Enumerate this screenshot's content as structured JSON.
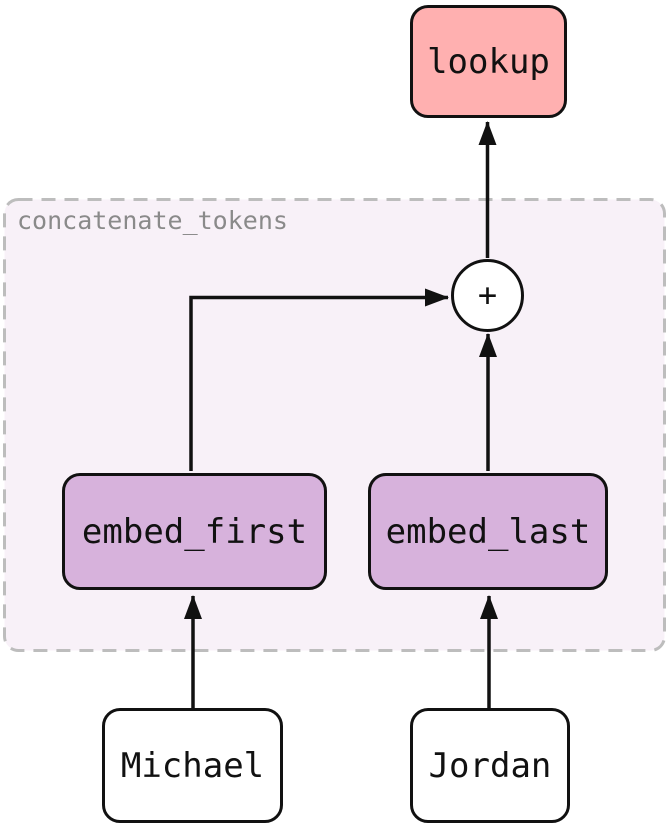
{
  "diagram": {
    "group": {
      "label": "concatenate_tokens"
    },
    "nodes": {
      "lookup": {
        "label": "lookup"
      },
      "plus": {
        "label": "+"
      },
      "embed_first": {
        "label": "embed_first"
      },
      "embed_last": {
        "label": "embed_last"
      },
      "michael": {
        "label": "Michael"
      },
      "jordan": {
        "label": "Jordan"
      }
    },
    "edges": [
      {
        "from": "Michael",
        "to": "embed_first"
      },
      {
        "from": "Jordan",
        "to": "embed_last"
      },
      {
        "from": "embed_first",
        "to": "+"
      },
      {
        "from": "embed_last",
        "to": "+"
      },
      {
        "from": "+",
        "to": "lookup"
      }
    ],
    "colors": {
      "lookup_fill": "#ffb0b0",
      "embed_fill": "#d7b2dc",
      "input_fill": "#ffffff",
      "group_fill": "#f8f1f8",
      "group_border": "#bdbdbd",
      "group_label": "#8a8a8a",
      "node_border": "#111111",
      "arrow": "#111111",
      "text": "#111111"
    }
  }
}
